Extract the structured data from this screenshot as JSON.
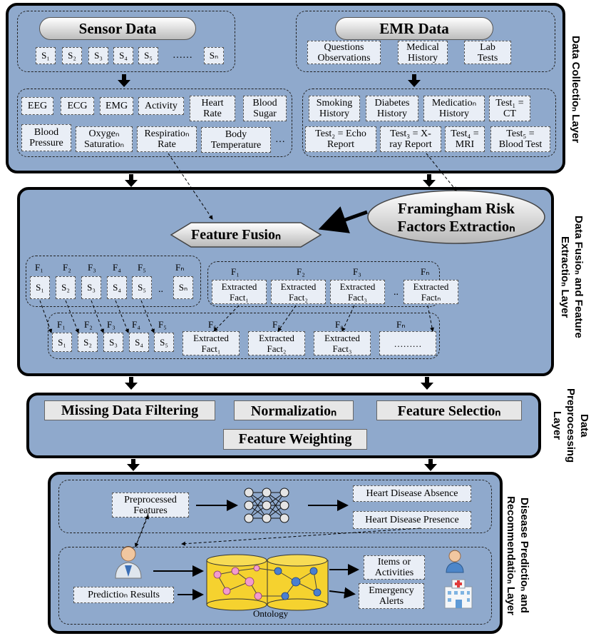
{
  "side_labels": {
    "collection": "Data Collection Layer",
    "fusion": "Data Fusion and Feature\nExtraction Layer",
    "preprocessing": "Data Preprocessing\nLayer",
    "prediction": "Disease Prediction and\nRecommendation Layer"
  },
  "collection": {
    "sensor_title": "Sensor Data",
    "emr_title": "EMR Data",
    "sensors": [
      "S1",
      "S2",
      "S3",
      "S4",
      "S5",
      "……",
      "Sn"
    ],
    "emr_items": [
      "Questions\nObservations",
      "Medical\nHistory",
      "Lab\nTests"
    ],
    "sensor_signals": [
      "EEG",
      "ECG",
      "EMG",
      "Activity",
      "Heart\nRate",
      "Blood\nSugar",
      "Blood\nPressure",
      "Oxygen\nSaturation",
      "Respiration\nRate",
      "Body\nTemperature",
      "…"
    ],
    "emr_records": [
      "Smoking\nHistory",
      "Diabetes\nHistory",
      "Medication\nHistory",
      "Test1 =\nCT",
      "Test2 = Echo\nReport",
      "Test3 = X-\nray Report",
      "Test4 =\nMRI",
      "Test5 =\nBlood Test"
    ]
  },
  "fusion": {
    "feature_fusion": "Feature Fusion",
    "framingham": "Framingham Risk\nFactors Extraction",
    "left_features": [
      "F1",
      "F2",
      "F3",
      "F4",
      "F5",
      "Fn"
    ],
    "left_sensors": [
      "S1",
      "S2",
      "S3",
      "S4",
      "S5",
      "..",
      "Sn"
    ],
    "right_features": [
      "F1",
      "F2",
      "F3",
      "Fn"
    ],
    "extracted_facts": [
      "Extracted\nFact1",
      "Extracted\nFact2",
      "Extracted\nFact3",
      "..",
      "Extracted\nFactn"
    ],
    "bottom_features": [
      "F1",
      "F2",
      "F3",
      "F4",
      "F5",
      "F6",
      "F7",
      "F8",
      "Fn"
    ],
    "bottom_sensors": [
      "S1",
      "S2",
      "S3",
      "S4",
      "S5"
    ],
    "bottom_facts": [
      "Extracted\nFact1",
      "Extracted\nFact2",
      "Extracted\nFact3",
      "………"
    ]
  },
  "preprocessing": {
    "steps": [
      "Missing Data Filtering",
      "Normalization",
      "Feature Selection",
      "Feature Weighting"
    ]
  },
  "prediction": {
    "preprocessed_features": "Preprocessed\nFeatures",
    "absence": "Heart Disease Absence",
    "presence": "Heart Disease Presence",
    "prediction_results": "Prediction Results",
    "ontology": "Ontology",
    "items": "Items or\nActivities",
    "alerts": "Emergency\nAlerts"
  },
  "icons": [
    "doctor-icon",
    "neural-network-icon",
    "ontology-database-icon",
    "patient-icon",
    "hospital-icon"
  ]
}
